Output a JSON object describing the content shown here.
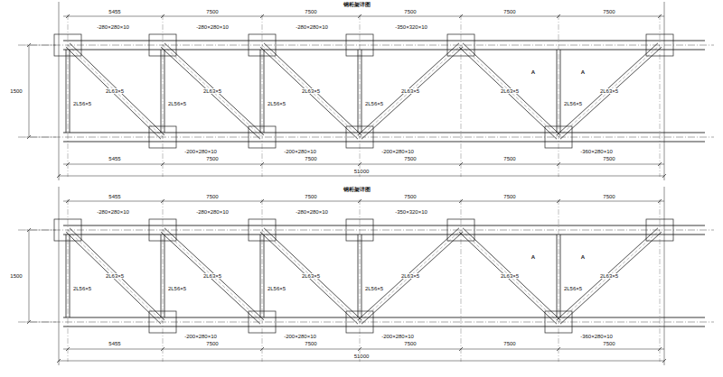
{
  "diagram": {
    "labels": [
      "钢桁架详图",
      "5455",
      "7500",
      "7500",
      "7500",
      "7500",
      "7500",
      "-280×280×10",
      "-280×280×10",
      "-280×280×10",
      "-350×320×10",
      "2L56×5",
      "2L56×5",
      "2L56×5",
      "2L56×5",
      "2L56×5",
      "2L63×5",
      "2L63×5",
      "2L63×5",
      "2L63×5",
      "2L63×5",
      "2L63×5",
      "-200×280×10",
      "-200×280×10",
      "-200×280×10",
      "-360×280×10",
      "5455",
      "7500",
      "7500",
      "7500",
      "7500",
      "7500",
      "51000",
      "1500",
      "A",
      "A",
      "钢桁架详图",
      "5455",
      "7500",
      "7500",
      "7500",
      "7500",
      "7500",
      "-280×280×10",
      "-280×280×10",
      "-280×280×10",
      "-350×320×10",
      "2L56×5",
      "2L56×5",
      "2L56×5",
      "2L56×5",
      "2L56×5",
      "2L63×5",
      "2L63×5",
      "2L63×5",
      "2L63×5",
      "2L63×5",
      "2L63×5",
      "-200×280×10",
      "-200×280×10",
      "-200×280×10",
      "-360×280×10",
      "5455",
      "7500",
      "7500",
      "7500",
      "7500",
      "7500",
      "51000",
      "1500",
      "A",
      "A"
    ]
  }
}
